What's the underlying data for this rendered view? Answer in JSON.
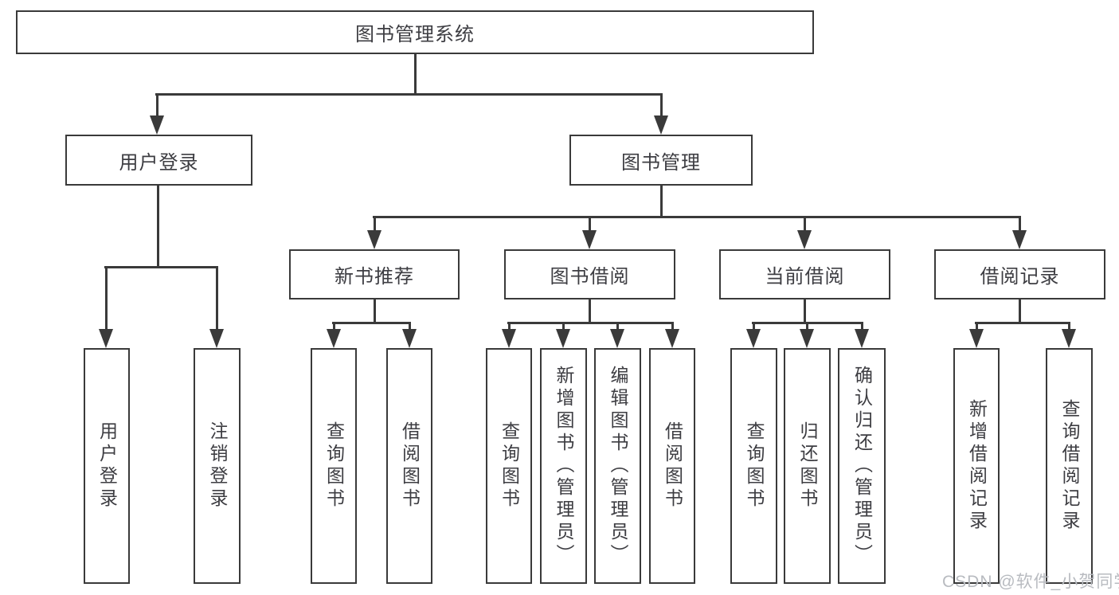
{
  "title": "图书管理系统",
  "nodes": {
    "root": "图书管理系统",
    "user_login": "用户登录",
    "book_management": "图书管理",
    "new_book_recommend": "新书推荐",
    "book_borrowing": "图书借阅",
    "current_borrowing": "当前借阅",
    "borrowing_records": "借阅记录",
    "leaves": {
      "user": [
        "用户登录",
        "注销登录"
      ],
      "recommend": [
        "查询图书",
        "借阅图书"
      ],
      "borrowing": [
        "查询图书",
        "新增图书（管理员）",
        "编辑图书（管理员）",
        "借阅图书"
      ],
      "current": [
        "查询图书",
        "归还图书",
        "确认归还（管理员）"
      ],
      "records": [
        "新增借阅记录",
        "查询借阅记录"
      ]
    }
  },
  "watermark": "CSDN @软件_小贺同学",
  "colors": {
    "line": "#3a3a3a",
    "text": "#3d3d42",
    "watermark": "#b8bbc0",
    "background": "#ffffff"
  }
}
